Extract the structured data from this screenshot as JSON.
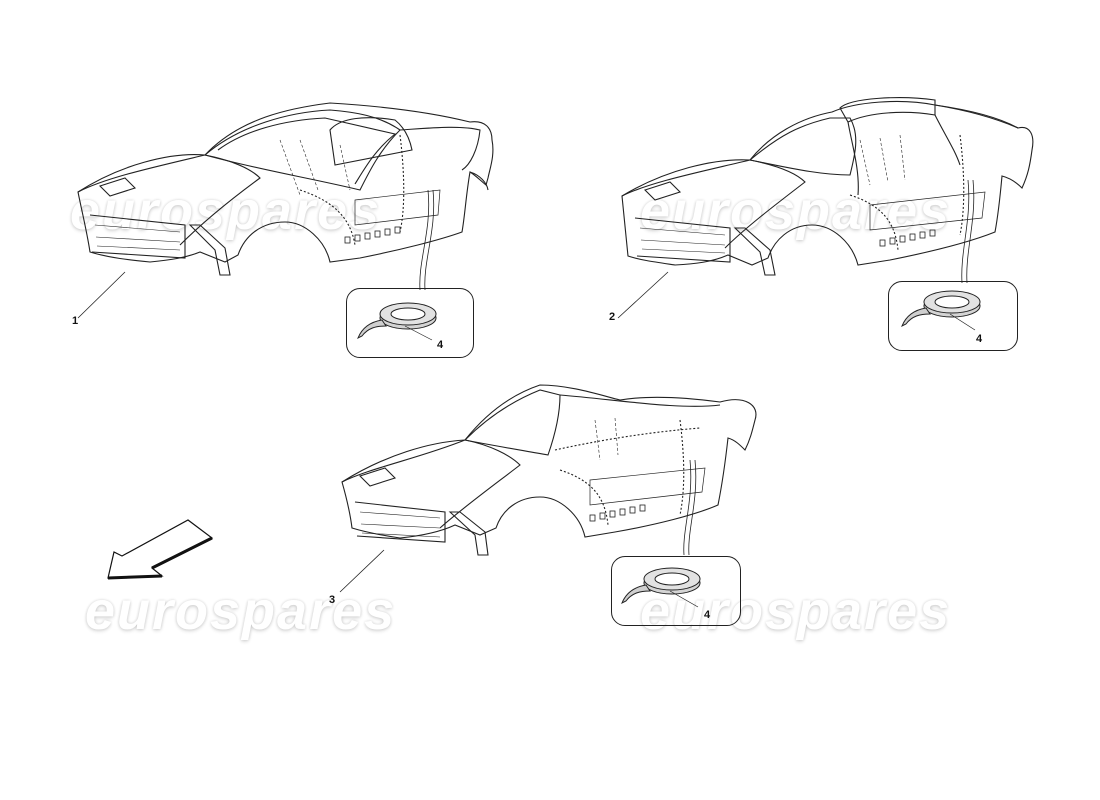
{
  "diagram": {
    "type": "parts-exploded-view",
    "subject": "Body shell variants",
    "parts": [
      {
        "ref": "1",
        "description": "Body shell - coupe (fixed roof)"
      },
      {
        "ref": "2",
        "description": "Body shell - targa (GTS)"
      },
      {
        "ref": "3",
        "description": "Body shell - spider (convertible)"
      },
      {
        "ref": "4",
        "description": "Sealing tape roll"
      }
    ],
    "labels": {
      "car1": "1",
      "car2": "2",
      "car3": "3",
      "tape1": "4",
      "tape2": "4",
      "tape3": "4"
    },
    "watermark": {
      "text": "eurospares",
      "color": "#ffffff"
    },
    "direction_arrow": "front-direction-arrow",
    "colors": {
      "line": "#222222",
      "background": "#ffffff",
      "tape_fill": "#cfcfcf"
    }
  }
}
